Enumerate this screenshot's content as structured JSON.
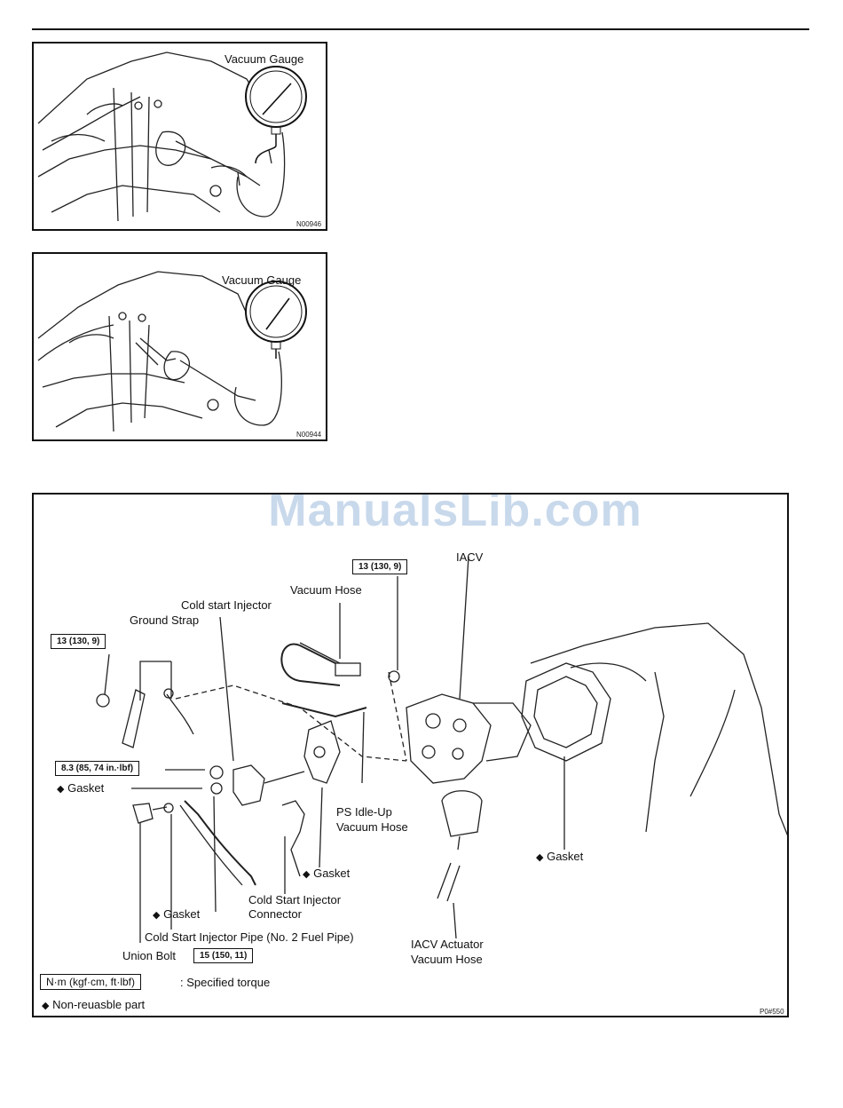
{
  "figure1": {
    "label": "Vacuum Gauge",
    "code": "N00946"
  },
  "figure2": {
    "label": "Vacuum Gauge",
    "code": "N00944"
  },
  "watermark": "ManualsLib.com",
  "diagram": {
    "code": "P0#550",
    "labels": {
      "iacv": "IACV",
      "vacuum_hose": "Vacuum Hose",
      "cold_start_injector": "Cold start Injector",
      "ground_strap": "Ground Strap",
      "gasket_left": "Gasket",
      "ps_idle_up": "PS Idle-Up",
      "ps_idle_up_2": "Vacuum Hose",
      "gasket_mid": "Gasket",
      "gasket_right": "Gasket",
      "gasket_bottom": "Gasket",
      "cs_connector": "Cold Start Injector",
      "cs_connector_2": "Connector",
      "cs_pipe": "Cold Start Injector Pipe (No. 2 Fuel Pipe)",
      "union_bolt": "Union Bolt",
      "iacv_actuator": "IACV Actuator",
      "iacv_actuator_2": "Vacuum Hose"
    },
    "torques": {
      "t1": "13 (130, 9)",
      "t2": "13 (130, 9)",
      "t3": "8.3 (85, 74 in.·lbf)",
      "t4": "15 (150, 11)"
    },
    "legend": {
      "unit": "N·m (kgf·cm, ft·lbf)",
      "unit_desc": ": Specified torque",
      "nonreusable": "Non-reuasble part",
      "diamond": "◆"
    }
  }
}
